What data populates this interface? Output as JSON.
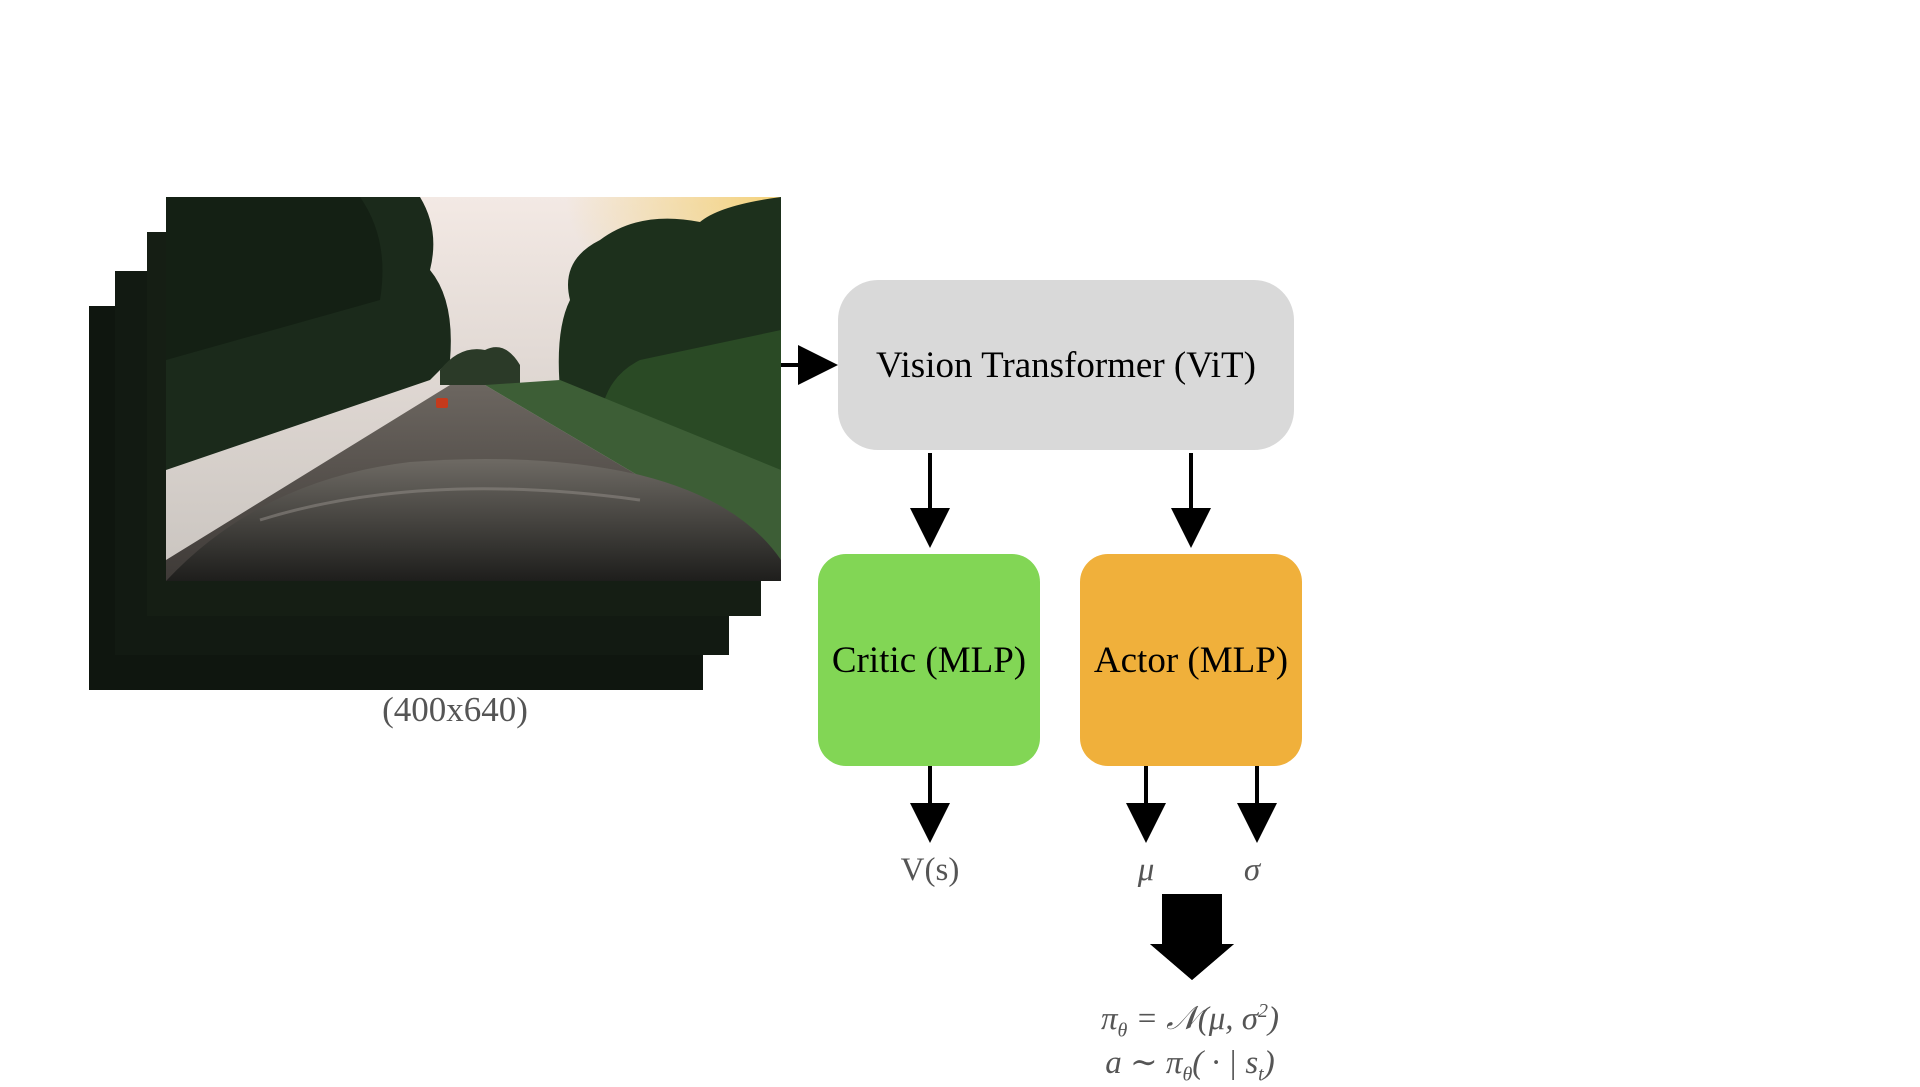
{
  "input": {
    "resolution_label": "(400x640)",
    "frame_count": 4
  },
  "blocks": {
    "vit_label": "Vision Transformer (ViT)",
    "critic_label": "Critic (MLP)",
    "actor_label": "Actor (MLP)"
  },
  "outputs": {
    "value_label": "V(s)",
    "mu_label": "μ",
    "sigma_label": "σ"
  },
  "policy": {
    "line1_lhs": "π",
    "line1_lhs_sub": "θ",
    "line1_rhs": "= 𝒩(μ, σ",
    "line1_sup": "2",
    "line1_end": ")",
    "line2_a": "a ∼ π",
    "line2_sub": "θ",
    "line2_mid": "( · | s",
    "line2_sub2": "t",
    "line2_end": ")"
  },
  "colors": {
    "vit_fill": "#d9d9d9",
    "critic_fill": "#82d655",
    "actor_fill": "#f0b03b",
    "label_gray": "#555555"
  }
}
